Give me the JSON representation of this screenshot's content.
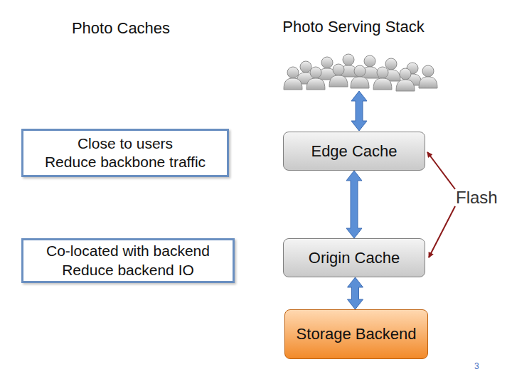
{
  "diagram": {
    "nodes": [
      {
        "text": [
          "Close to users",
          "Reduce backbone traffic"
        ]
      },
      {
        "text": [
          "Edge Cache"
        ]
      },
      {
        "text": [
          "Co-located with backend",
          "Reduce backend IO"
        ]
      },
      {
        "text": [
          "Origin Cache"
        ]
      },
      {
        "text": [
          "Storage Backend"
        ]
      }
    ],
    "edges": [
      {
        "from": 1,
        "to": 3,
        "arrow": "both"
      },
      {
        "from": 3,
        "to": 4,
        "arrow": "both"
      }
    ],
    "labels": [
      "Photo Caches",
      "Photo Serving Stack",
      "Flash",
      "3"
    ]
  }
}
